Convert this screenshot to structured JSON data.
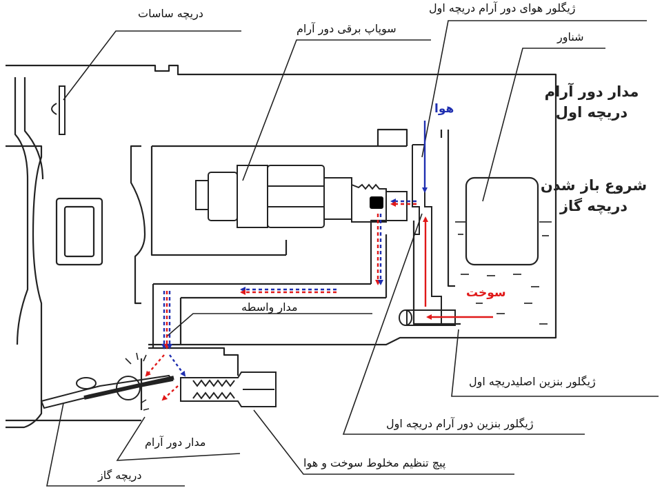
{
  "labels": {
    "choke": "دریچه ساسات",
    "idle_air_jet": "ژیگلور هوای دور آرام دریچه اول",
    "idle_solenoid": "سوپاپ برقی دور آرام",
    "float": "شناور",
    "transition_circuit": "مدار واسطه",
    "main_fuel_jet": "ژیگلور بنزین اصلیدریچه اول",
    "idle_fuel_jet": "ژیگلور بنزین دور آرام دریچه اول",
    "idle_circuit": "مدار دور آرام",
    "mixture_screw": "پیچ تنظیم مخلوط سوخت و هوا",
    "throttle": "دریچه گاز"
  },
  "notes": {
    "idle_circuit_line1": "مدار دور آرام",
    "idle_circuit_line2": "دریچه اول",
    "throttle_open_line1": "شروع باز شدن",
    "throttle_open_line2": "دریچه گاز"
  },
  "flow": {
    "air_label": "هوا",
    "fuel_label": "سوخت",
    "air_color": "#1f2fb0",
    "fuel_color": "#e01818"
  }
}
